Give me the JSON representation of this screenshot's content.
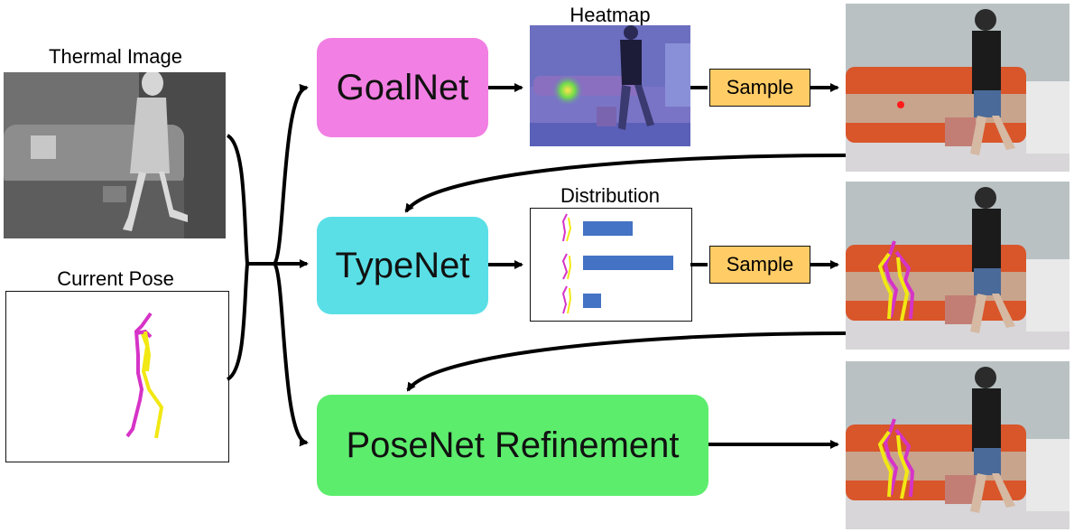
{
  "labels": {
    "thermal_image": "Thermal Image",
    "current_pose": "Current Pose",
    "heatmap": "Heatmap",
    "distribution": "Distribution"
  },
  "modules": {
    "goalnet": "GoalNet",
    "typenet": "TypeNet",
    "posenet": "PoseNet Refinement"
  },
  "sample_labels": [
    "Sample",
    "Sample"
  ],
  "distribution_values": [
    0.55,
    1.0,
    0.2
  ],
  "colors": {
    "goalnet": "#f27fe3",
    "typenet": "#5adfe6",
    "posenet": "#5ded6d",
    "sample": "#ffcc66",
    "bar": "#4472c4",
    "pose_magenta": "#d633c7",
    "pose_yellow": "#f2e813",
    "goal_dot": "#ff1a1a"
  }
}
